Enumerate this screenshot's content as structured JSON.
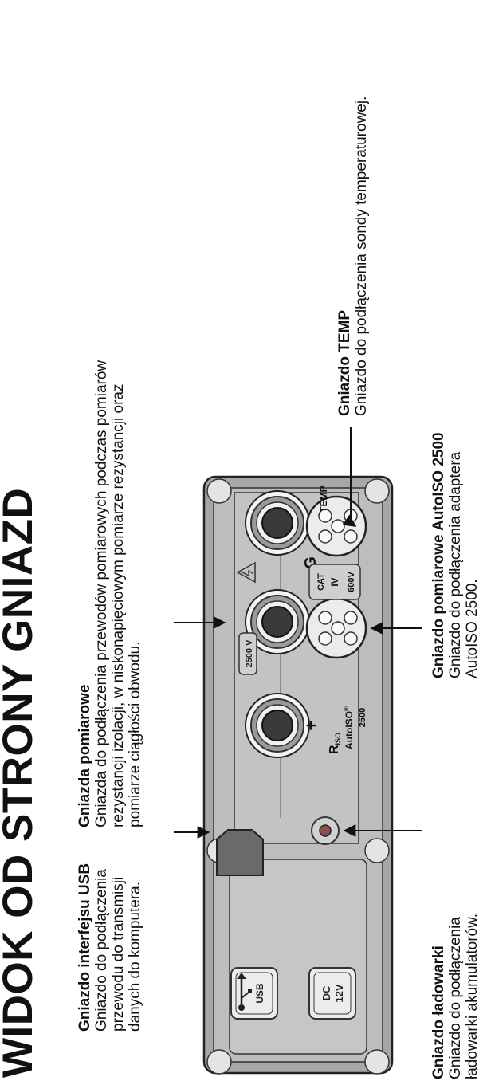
{
  "title": "WIDOK OD STRONY GNIAZD",
  "labels": {
    "usb": {
      "heading": "Gniazdo interfejsu USB",
      "lines": [
        "Gniazdo do podłączenia",
        "przewodu do transmisji",
        "danych do komputera."
      ]
    },
    "measurement": {
      "heading": "Gniazda pomiarowe",
      "lines": [
        "Gniazda do podłączenia przewodów pomiarowych podczas pomiarów",
        "rezystancji izolacji, w niskonapięciowym pomiarze rezystancji oraz",
        "pomiarze ciągłości obwodu."
      ]
    },
    "temp": {
      "heading": "Gniazdo TEMP",
      "lines": [
        "Gniazdo do podłączenia sondy temperaturowej."
      ]
    },
    "charger": {
      "heading": "Gniazdo ładowarki",
      "lines": [
        "Gniazdo do podłączenia",
        "ładowarki akumulatorów."
      ]
    },
    "autoiso": {
      "heading": "Gniazdo pomiarowe AutoISO 2500",
      "lines": [
        "Gniazdo do podłączenia adaptera",
        "AutoISO 2500."
      ]
    }
  },
  "panel": {
    "usb_badge": "USB",
    "dc_badge_line1": "DC",
    "dc_badge_line2": "12V",
    "voltage_label": "2500 V",
    "cat_label": "CAT",
    "cat_level": "IV",
    "cat_voltage": "600V",
    "temp_label": "TEMP",
    "plus_sign": "+",
    "minus_sign": "–",
    "guard_label": "G",
    "riso_main": "R",
    "riso_sub": "ISO",
    "autoiso_label": "AutoISO",
    "autoiso_reg": "®",
    "autoiso_value": "2500"
  }
}
